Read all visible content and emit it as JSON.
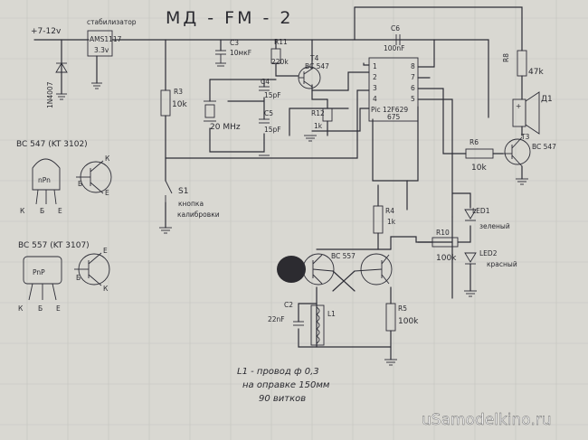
{
  "title": "МД - FM - 2",
  "supply_label": "+7-12v",
  "diode_label": "1N4007",
  "stabilizer": {
    "caption": "стабилизатор",
    "part": "AMS1117",
    "voltage": "3.3v"
  },
  "components": {
    "c3": {
      "name": "C3",
      "value": "10мкF"
    },
    "r11": {
      "name": "R11",
      "value": "220k"
    },
    "t4": {
      "name": "T4",
      "type": "BC 547"
    },
    "c6": {
      "name": "C6",
      "value": "100nF"
    },
    "r3": {
      "name": "R3",
      "value": "10k"
    },
    "crystal": {
      "value": "20 MHz"
    },
    "c4": {
      "name": "C4",
      "value": "15pF"
    },
    "c5": {
      "name": "C5",
      "value": "15pF"
    },
    "r12": {
      "name": "R12",
      "value": "1k"
    },
    "mcu": {
      "name": "Pic 12F629",
      "suffix": "675",
      "pins": [
        "1",
        "2",
        "3",
        "4",
        "8",
        "7",
        "6",
        "5"
      ]
    },
    "r8": {
      "name": "R8",
      "value": "47k"
    },
    "speaker": {
      "name": "Д1"
    },
    "r6": {
      "name": "R6",
      "value": "10k"
    },
    "t3": {
      "name": "T3",
      "type": "BC 547"
    },
    "s1": {
      "name": "S1",
      "caption_1": "кнопка",
      "caption_2": "калибровки"
    },
    "r4": {
      "name": "R4",
      "value": "1k"
    },
    "led1": {
      "name": "LED1",
      "color": "зеленый"
    },
    "r10": {
      "name": "R10",
      "value": "100k"
    },
    "led2": {
      "name": "LED2",
      "color": "красный"
    },
    "t_pair": {
      "type": "BC 557"
    },
    "c2": {
      "name": "C2",
      "value": "22nF"
    },
    "l1": {
      "name": "L1"
    },
    "r5": {
      "name": "R5",
      "value": "100k"
    }
  },
  "legend": {
    "npn": {
      "header": "BC 547 (KT 3102)",
      "body_text": "nPn",
      "pins": [
        "К",
        "Б",
        "Е"
      ],
      "side": [
        "К",
        "Б",
        "Е"
      ]
    },
    "pnp": {
      "header": "BC 557 (KT 3107)",
      "body_text": "PnP",
      "pins": [
        "К",
        "Б",
        "Е"
      ],
      "side": [
        "Е",
        "Б",
        "К"
      ]
    }
  },
  "coil_note": {
    "line1": "L1 - провод ф 0,3",
    "line2": "на оправке 150мм",
    "line3": "90 витков"
  },
  "watermark": "uSamodelkino.ru",
  "colors": {
    "paper": "#d9d8d2",
    "ink": "#2d2d36",
    "grid": "#c3c3c0"
  }
}
